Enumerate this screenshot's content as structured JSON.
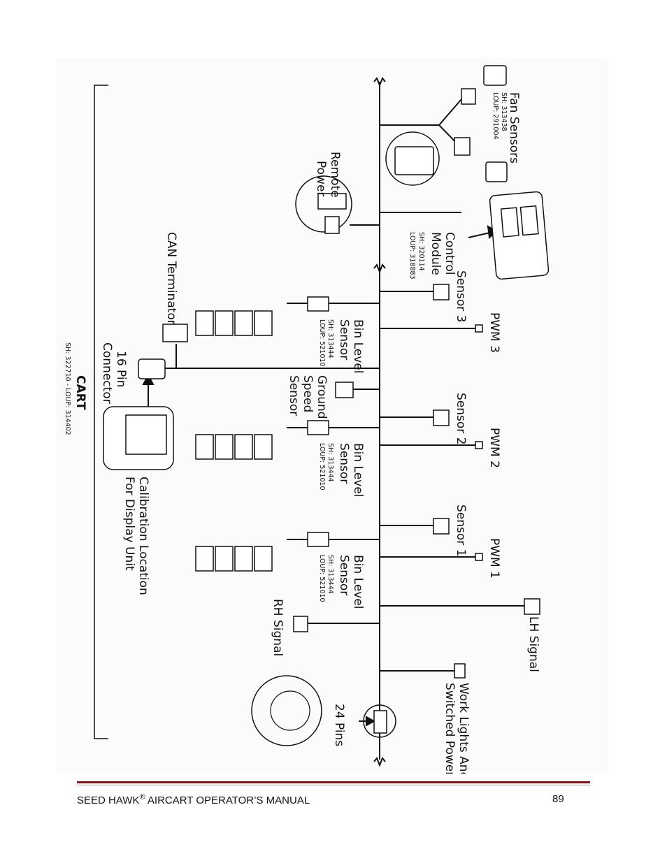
{
  "diagram": {
    "labels": {
      "fan_sensors": "Fan Sensors",
      "fan_sensors_sh": "SH: 313438",
      "fan_sensors_loup": "LOUP: 291004",
      "remote_power_1": "Remote",
      "remote_power_2": "Power",
      "control_module_1": "Control",
      "control_module_2": "Module",
      "control_module_sh": "SH: 320114",
      "control_module_loup": "LOUP: 318883",
      "can_terminator": "CAN Terminator",
      "sensor_3": "Sensor 3",
      "pwm_3": "PWM 3",
      "bin_level_1": "Bin Level",
      "bin_level_2": "Sensor",
      "bin_level_sh": "SH: 313444",
      "bin_level_loup": "LOUP: 521010",
      "pin16_1": "16 Pin",
      "pin16_2": "Connector",
      "cart": "CART",
      "cart_sh": "SH: 322710  -  LOUP: 314402",
      "ground_speed_1": "Ground",
      "ground_speed_2": "Speed",
      "ground_speed_3": "Sensor",
      "sensor_2": "Sensor 2",
      "pwm_2": "PWM 2",
      "calibration_1": "Calibration Location",
      "calibration_2": "For Display Unit",
      "sensor_1": "Sensor 1",
      "pwm_1": "PWM 1",
      "rh_signal": "RH Signal",
      "lh_signal": "LH Signal",
      "work_lights_1": "Work Lights And",
      "work_lights_2": "Switched Power",
      "pins24": "24 Pins"
    }
  },
  "footer": {
    "brand": "SEED HAWK",
    "reg": "®",
    "title": " AIRCART OPERATOR’S MANUAL",
    "page_number": "89"
  }
}
